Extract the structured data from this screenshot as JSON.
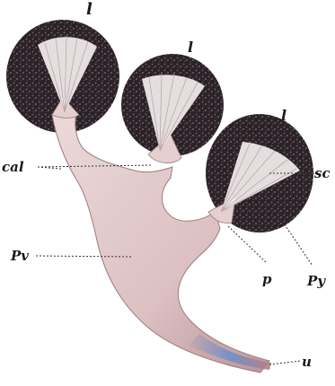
{
  "figure": {
    "labels": {
      "lobule_top": "l",
      "lobule_mid": "l",
      "lobule_right": "l",
      "cal": "cal",
      "sc": "sc",
      "pv": "Pv",
      "p": "p",
      "py": "Py",
      "u": "u"
    },
    "colors": {
      "lobule_fill": "#2a2226",
      "lobule_speckle": "#6d5a63",
      "vessel_fill": "#e6cfcf",
      "vessel_shade": "#c7a8ab",
      "pyramid_fill": "#f4eeee",
      "duct_accent": "#6f8fc9"
    }
  }
}
